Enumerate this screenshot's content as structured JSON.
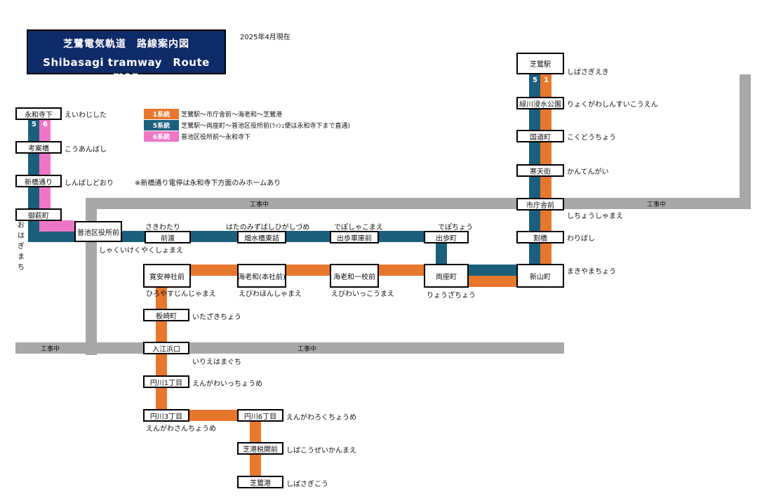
{
  "title": {
    "jp": "芝鷺電気軌道　路線案内図",
    "en": "Shibasagi tramway　Route map"
  },
  "as_of": "2025年4月現在",
  "legend": [
    {
      "badge": "1系統",
      "text": "芝鷺駅～市庁舎前～海老和～芝鷺港",
      "color": "#e8772e"
    },
    {
      "badge": "5系統",
      "text": "芝鷺駅～両座町～普池区役所前(ﾗｯｼｭ便は永和寺下まで直通)",
      "color": "#1b5f7c"
    },
    {
      "badge": "6系統",
      "text": "普池区役所前～永和寺下",
      "color": "#ee77c5"
    }
  ],
  "note": "※新橋通り電停は永和寺下方面のみホームあり",
  "construction_label": "工事中",
  "route_numbers": {
    "r5": "5",
    "r1": "1",
    "r6": "6"
  },
  "stations": {
    "shibasagi_eki": {
      "name": "芝鷺駅",
      "reading": "しばさぎえき"
    },
    "ryokusen": {
      "name": "緑川浸水公園",
      "reading": "りょくがわしんすいこうえん"
    },
    "kokudo": {
      "name": "国道町",
      "reading": "こくどうちょう"
    },
    "kanten": {
      "name": "寒天街",
      "reading": "かんてんがい"
    },
    "shichosha": {
      "name": "市庁舎前",
      "reading": "しちょうしゃまえ"
    },
    "warihashi": {
      "name": "割橋",
      "reading": "わりばし"
    },
    "shinyama": {
      "name": "新山町",
      "reading": "まきやまちょう"
    },
    "ryoza": {
      "name": "両座町",
      "reading": "りょうざちょう"
    },
    "dehocho": {
      "name": "出歩町",
      "reading": "でぽちょう"
    },
    "dehosha": {
      "name": "出歩車庫前",
      "reading": "でぽしゃこまえ"
    },
    "hatami": {
      "name": "畑水橋東詰",
      "reading": "はたのみずばしひがしづめ"
    },
    "maewatari": {
      "name": "前渡",
      "reading": "さきわたり"
    },
    "fuchi": {
      "name": "普池区役所前",
      "reading": "しゃくいけくやくしょまえ"
    },
    "gohagi": {
      "name": "御萩町",
      "reading": "おはぎまち"
    },
    "shinbashi": {
      "name": "新橋通り",
      "reading": "しんばしどおり"
    },
    "koan": {
      "name": "考案橋",
      "reading": "こうあんばし"
    },
    "eiwaji": {
      "name": "永和寺下",
      "reading": "えいわじした"
    },
    "kanan": {
      "name": "寛安神社前",
      "reading": "ひろやすじんじゃまえ"
    },
    "ebiwa_honsha": {
      "name": "海老和(本社前)",
      "reading": "えびわほんしゃまえ"
    },
    "ebiwa_ikko": {
      "name": "海老和一校前",
      "reading": "えびわいっこうまえ"
    },
    "itazaki": {
      "name": "板崎町",
      "reading": "いたざきちょう"
    },
    "irie": {
      "name": "入江浜口",
      "reading": "いりえはまぐち"
    },
    "enkawa1": {
      "name": "円川1丁目",
      "reading": "えんがわいっちょうめ"
    },
    "enkawa3": {
      "name": "円川3丁目",
      "reading": "えんがわさんちょうめ"
    },
    "enkawa6": {
      "name": "円川6丁目",
      "reading": "えんがわろくちょうめ"
    },
    "zeikan": {
      "name": "芝港税関前",
      "reading": "しばこうぜいかんまえ"
    },
    "shibasagi_ko": {
      "name": "芝鷺港",
      "reading": "しばさぎこう"
    }
  }
}
